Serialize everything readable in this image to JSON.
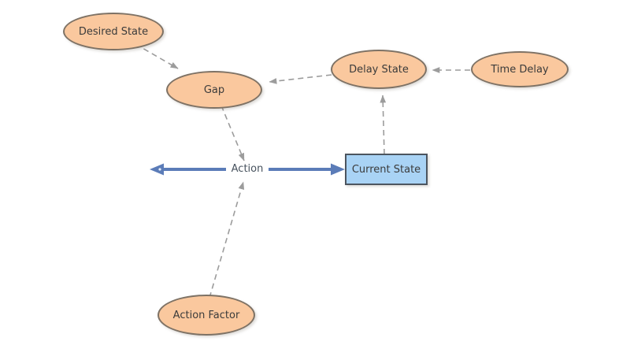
{
  "diagram": {
    "type": "causal-loop-diagram",
    "nodes": [
      {
        "id": "desired-state",
        "label": "Desired State",
        "shape": "ellipse"
      },
      {
        "id": "gap",
        "label": "Gap",
        "shape": "ellipse"
      },
      {
        "id": "delay-state",
        "label": "Delay State",
        "shape": "ellipse"
      },
      {
        "id": "time-delay",
        "label": "Time Delay",
        "shape": "ellipse"
      },
      {
        "id": "current-state",
        "label": "Current State",
        "shape": "rectangle"
      },
      {
        "id": "action-factor",
        "label": "Action Factor",
        "shape": "ellipse"
      }
    ],
    "edges": [
      {
        "from": "desired-state",
        "to": "gap",
        "style": "dashed-arrow"
      },
      {
        "from": "delay-state",
        "to": "gap",
        "style": "dashed-arrow"
      },
      {
        "from": "time-delay",
        "to": "delay-state",
        "style": "dashed-arrow"
      },
      {
        "from": "current-state",
        "to": "delay-state",
        "style": "dashed-arrow"
      },
      {
        "from": "gap",
        "to": "action",
        "style": "dashed-arrow"
      },
      {
        "from": "action-factor",
        "to": "action",
        "style": "dashed-arrow"
      }
    ],
    "action_arrow": {
      "label": "Action",
      "style": "solid-double-headed",
      "connects": "left-endpoint to current-state"
    },
    "colors": {
      "ellipse_fill": "#FAC89E",
      "ellipse_border": "#7E7265",
      "rectangle_fill": "#A9D3F5",
      "rectangle_border": "#4C555F",
      "dashed_edge": "#9C9C9C",
      "action_arrow": "#5B7CB8",
      "label_text": "#3B3B3B",
      "background": "#FFFFFF"
    }
  }
}
